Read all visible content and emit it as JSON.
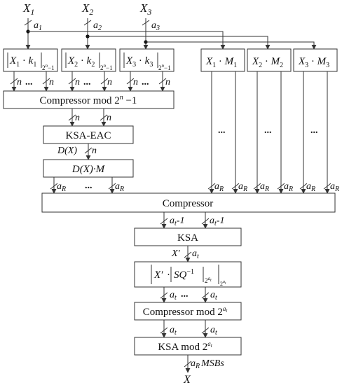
{
  "inputs": [
    "X",
    "X",
    "X"
  ],
  "input_subs": [
    "1",
    "2",
    "3"
  ],
  "widths_a": [
    "a",
    "a",
    "a"
  ],
  "widths_a_subs": [
    "1",
    "2",
    "3"
  ],
  "mod_boxes": [
    {
      "var": "X",
      "vsub": "1",
      "k": "k",
      "ksub": "1",
      "mod": "2",
      "modsup": "n",
      "modtail": "−1"
    },
    {
      "var": "X",
      "vsub": "2",
      "k": "k",
      "ksub": "2",
      "mod": "2",
      "modsup": "n",
      "modtail": "−1"
    },
    {
      "var": "X",
      "vsub": "3",
      "k": "k",
      "ksub": "3",
      "mod": "2",
      "modsup": "n",
      "modtail": "−1"
    }
  ],
  "m_boxes": [
    {
      "var": "X",
      "vsub": "1",
      "m": "M",
      "msub": "1"
    },
    {
      "var": "X",
      "vsub": "2",
      "m": "M",
      "msub": "2"
    },
    {
      "var": "X",
      "vsub": "3",
      "m": "M",
      "msub": "3"
    }
  ],
  "n_label": "n",
  "ellipsis": "...",
  "comp_mod_n": {
    "text": "Compressor mod 2",
    "sup": "n",
    "tail": " −1"
  },
  "ksa_eac": "KSA-EAC",
  "dx_label": "D(X)",
  "dx_m_box": {
    "text": "D(X)·",
    "m": "M"
  },
  "aR": {
    "main": "a",
    "sub": "R"
  },
  "compressor": "Compressor",
  "at_minus": {
    "main": "a",
    "sub": "t",
    "tail": "-1"
  },
  "ksa": "KSA",
  "xprime": "X′",
  "at": {
    "main": "a",
    "sub": "t"
  },
  "sq_box": {
    "x": "X′",
    "sq": "SQ",
    "sqsup": "−1",
    "mod": "2",
    "modsup": "a",
    "modsupsub": "t"
  },
  "comp_mod_at": {
    "text": "Compressor mod 2",
    "sup": "a",
    "supsub": "t"
  },
  "ksa_mod_at": {
    "text": "KSA mod 2",
    "sup": "a",
    "supsub": "t"
  },
  "msbs_label": {
    "main": "a",
    "sub": "R",
    "tail": "MSBs"
  },
  "output": "X"
}
